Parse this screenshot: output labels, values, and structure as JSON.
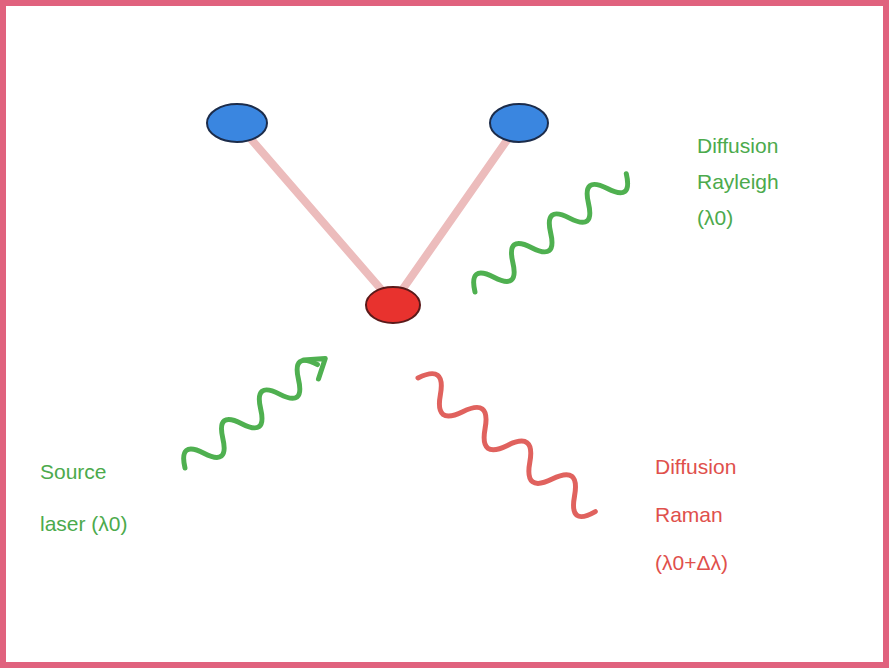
{
  "diagram": {
    "labels": [
      "Diffusion Rayleigh (λ0)",
      "Source laser (λ0)",
      "Diffusion Raman (λ0+Δλ)"
    ]
  }
}
